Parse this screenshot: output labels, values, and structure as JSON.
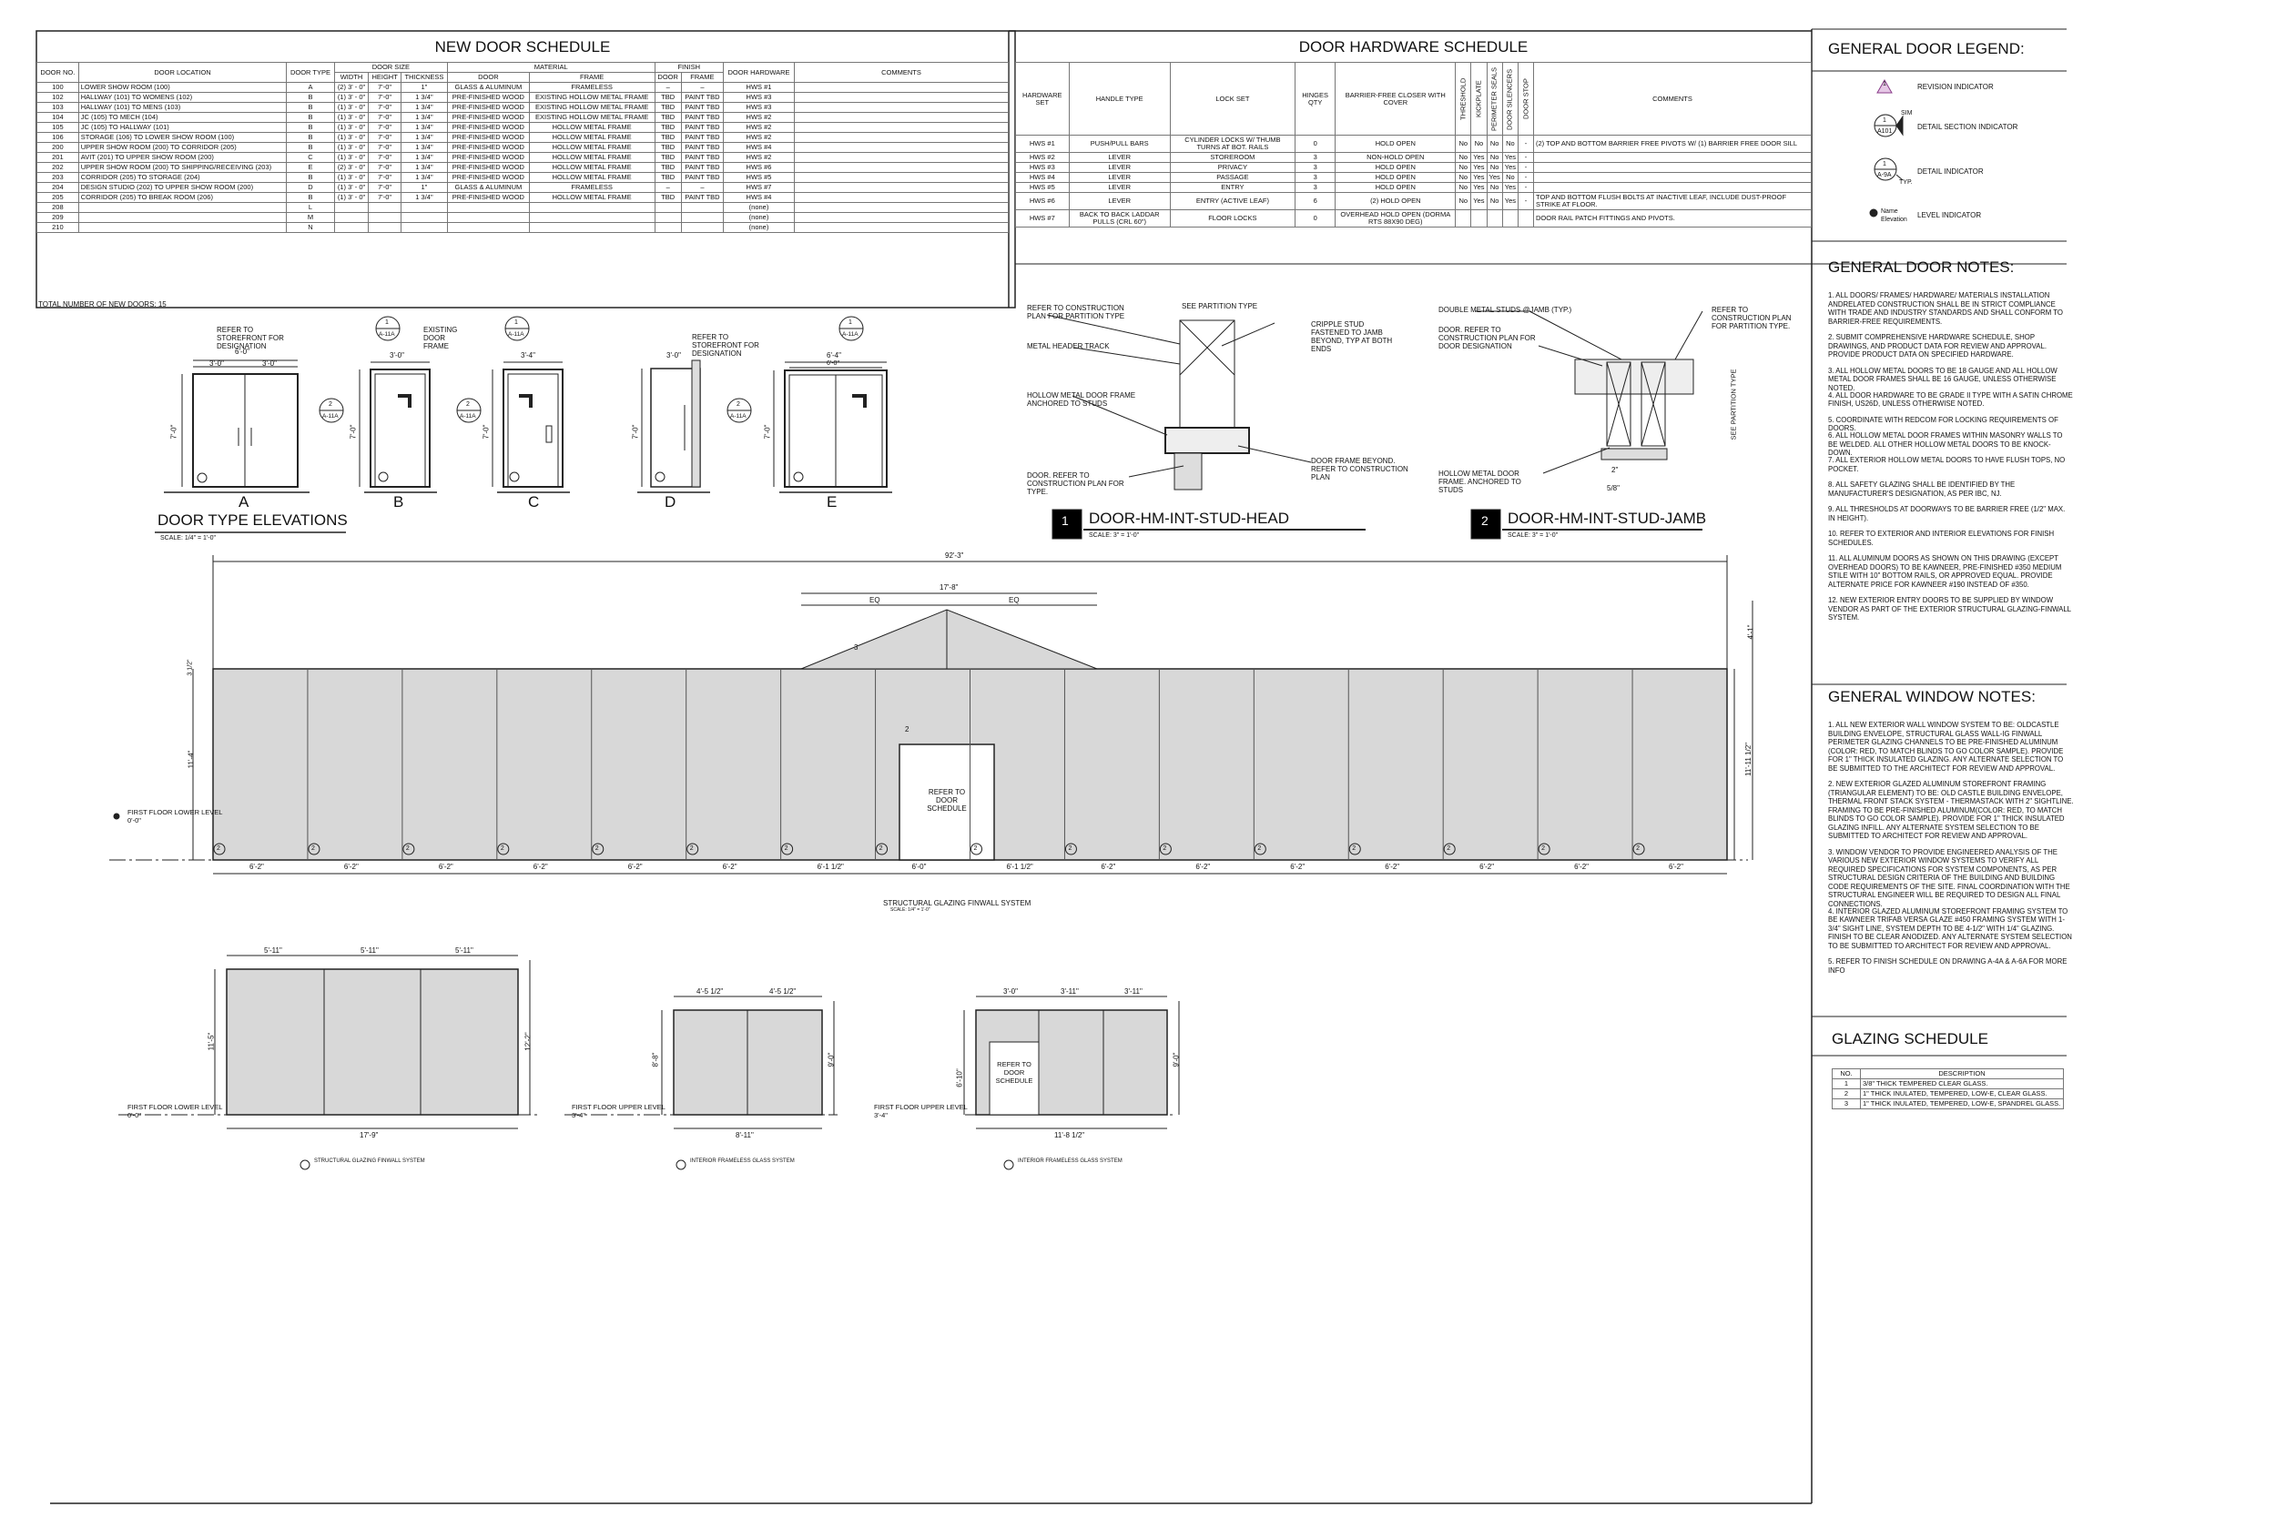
{
  "door_schedule": {
    "title": "NEW DOOR SCHEDULE",
    "headers": {
      "door_no": "DOOR NO.",
      "location": "DOOR LOCATION",
      "type": "DOOR TYPE",
      "size": "DOOR SIZE",
      "width": "WIDTH",
      "height": "HEIGHT",
      "thickness": "THICKNESS",
      "material": "MATERIAL",
      "finish": "FINISH",
      "door": "DOOR",
      "frame": "FRAME",
      "hardware": "DOOR HARDWARE",
      "comments": "COMMENTS"
    },
    "rows": [
      [
        "100",
        "LOWER SHOW ROOM (100)",
        "A",
        "(2) 3' - 0\"",
        "7'-0\"",
        "1\"",
        "GLASS & ALUMINUM",
        "FRAMELESS",
        "–",
        "–",
        "HWS #1"
      ],
      [
        "102",
        "HALLWAY (101) TO WOMENS (102)",
        "B",
        "(1) 3' - 0\"",
        "7'-0\"",
        "1 3/4\"",
        "PRE-FINISHED WOOD",
        "EXISTING HOLLOW METAL FRAME",
        "TBD",
        "PAINT TBD",
        "HWS #3"
      ],
      [
        "103",
        "HALLWAY (101) TO MENS (103)",
        "B",
        "(1) 3' - 0\"",
        "7'-0\"",
        "1 3/4\"",
        "PRE-FINISHED WOOD",
        "EXISTING HOLLOW METAL FRAME",
        "TBD",
        "PAINT TBD",
        "HWS #3"
      ],
      [
        "104",
        "JC (105) TO MECH (104)",
        "B",
        "(1) 3' - 0\"",
        "7'-0\"",
        "1 3/4\"",
        "PRE-FINISHED WOOD",
        "EXISTING HOLLOW METAL FRAME",
        "TBD",
        "PAINT TBD",
        "HWS #2"
      ],
      [
        "105",
        "JC (105) TO HALLWAY (101)",
        "B",
        "(1) 3' - 0\"",
        "7'-0\"",
        "1 3/4\"",
        "PRE-FINISHED WOOD",
        "HOLLOW METAL FRAME",
        "TBD",
        "PAINT TBD",
        "HWS #2"
      ],
      [
        "106",
        "STORAGE (106) TO LOWER SHOW ROOM (100)",
        "B",
        "(1) 3' - 0\"",
        "7'-0\"",
        "1 3/4\"",
        "PRE-FINISHED WOOD",
        "HOLLOW METAL FRAME",
        "TBD",
        "PAINT TBD",
        "HWS #2"
      ],
      [
        "200",
        "UPPER SHOW ROOM (200) TO CORRIDOR (205)",
        "B",
        "(1) 3' - 0\"",
        "7'-0\"",
        "1 3/4\"",
        "PRE-FINISHED WOOD",
        "HOLLOW METAL FRAME",
        "TBD",
        "PAINT TBD",
        "HWS #4"
      ],
      [
        "201",
        "AVIT (201) TO UPPER SHOW ROOM (200)",
        "C",
        "(1) 3' - 0\"",
        "7'-0\"",
        "1 3/4\"",
        "PRE-FINISHED WOOD",
        "HOLLOW METAL FRAME",
        "TBD",
        "PAINT TBD",
        "HWS #2"
      ],
      [
        "202",
        "UPPER SHOW ROOM (200) TO SHIPPING/RECEIVING (203)",
        "E",
        "(2) 3' - 0\"",
        "7'-0\"",
        "1 3/4\"",
        "PRE-FINISHED WOOD",
        "HOLLOW METAL FRAME",
        "TBD",
        "PAINT TBD",
        "HWS #6"
      ],
      [
        "203",
        "CORRIDOR (205) TO STORAGE (204)",
        "B",
        "(1) 3' - 0\"",
        "7'-0\"",
        "1 3/4\"",
        "PRE-FINISHED WOOD",
        "HOLLOW METAL FRAME",
        "TBD",
        "PAINT TBD",
        "HWS #5"
      ],
      [
        "204",
        "DESIGN STUDIO (202) TO UPPER SHOW ROOM (200)",
        "D",
        "(1) 3' - 0\"",
        "7'-0\"",
        "1\"",
        "GLASS & ALUMINUM",
        "FRAMELESS",
        "–",
        "–",
        "HWS #7"
      ],
      [
        "205",
        "CORRIDOR (205) TO BREAK ROOM (206)",
        "B",
        "(1) 3' - 0\"",
        "7'-0\"",
        "1 3/4\"",
        "PRE-FINISHED WOOD",
        "HOLLOW METAL FRAME",
        "TBD",
        "PAINT TBD",
        "HWS #4"
      ],
      [
        "208",
        "",
        "L",
        "",
        "",
        "",
        "",
        "",
        "",
        "",
        "(none)"
      ],
      [
        "209",
        "",
        "M",
        "",
        "",
        "",
        "",
        "",
        "",
        "",
        "(none)"
      ],
      [
        "210",
        "",
        "N",
        "",
        "",
        "",
        "",
        "",
        "",
        "",
        "(none)"
      ]
    ],
    "total": "TOTAL NUMBER OF NEW DOORS: 15"
  },
  "hardware_schedule": {
    "title": "DOOR HARDWARE SCHEDULE",
    "headers": [
      "HARDWARE SET",
      "HANDLE TYPE",
      "LOCK SET",
      "HINGES QTY",
      "BARRIER-FREE CLOSER WITH COVER",
      "THRESHOLD",
      "KICKPLATE",
      "PERIMETER SEALS",
      "DOOR SILENCERS",
      "DOOR STOP",
      "COMMENTS"
    ],
    "rows": [
      [
        "HWS #1",
        "PUSH/PULL BARS",
        "CYLINDER LOCKS W/ THUMB TURNS AT BOT. RAILS",
        "0",
        "HOLD OPEN",
        "No",
        "No",
        "No",
        "No",
        "-",
        "(2) TOP AND BOTTOM BARRIER FREE PIVOTS W/ (1) BARRIER FREE DOOR SILL"
      ],
      [
        "HWS #2",
        "LEVER",
        "STOREROOM",
        "3",
        "NON-HOLD OPEN",
        "No",
        "Yes",
        "No",
        "Yes",
        "-",
        ""
      ],
      [
        "HWS #3",
        "LEVER",
        "PRIVACY",
        "3",
        "HOLD OPEN",
        "No",
        "Yes",
        "No",
        "Yes",
        "-",
        ""
      ],
      [
        "HWS #4",
        "LEVER",
        "PASSAGE",
        "3",
        "HOLD OPEN",
        "No",
        "Yes",
        "Yes",
        "No",
        "-",
        ""
      ],
      [
        "HWS #5",
        "LEVER",
        "ENTRY",
        "3",
        "HOLD OPEN",
        "No",
        "Yes",
        "No",
        "Yes",
        "-",
        ""
      ],
      [
        "HWS #6",
        "LEVER",
        "ENTRY (ACTIVE LEAF)",
        "6",
        "(2) HOLD OPEN",
        "No",
        "Yes",
        "No",
        "Yes",
        "-",
        "TOP AND BOTTOM FLUSH BOLTS AT INACTIVE LEAF, INCLUDE DUST-PROOF STRIKE AT FLOOR."
      ],
      [
        "HWS #7",
        "BACK TO BACK LADDAR PULLS (CRL 60\")",
        "FLOOR LOCKS",
        "0",
        "OVERHEAD HOLD OPEN (DORMA RTS 88X90 DEG)",
        "",
        "",
        "",
        "",
        "",
        "DOOR RAIL PATCH FITTINGS AND PIVOTS."
      ]
    ]
  },
  "legend": {
    "title": "GENERAL DOOR LEGEND:",
    "items": [
      "REVISION INDICATOR",
      "DETAIL SECTION INDICATOR",
      "DETAIL INDICATOR",
      "LEVEL INDICATOR"
    ],
    "sim": "SIM",
    "typ": "TYP.",
    "ref1": "A101",
    "ref2": "A-9A",
    "num": "1",
    "level_name": "Name",
    "level_elev": "Elevation"
  },
  "door_notes": {
    "title": "GENERAL DOOR NOTES:",
    "items": [
      "1. ALL DOORS/ FRAMES/ HARDWARE/ MATERIALS INSTALLATION ANDRELATED CONSTRUCTION SHALL BE IN STRICT COMPLIANCE WITH TRADE AND INDUSTRY STANDARDS AND SHALL CONFORM TO BARRIER-FREE REQUIREMENTS.",
      "2. SUBMIT COMPREHENSIVE HARDWARE SCHEDULE, SHOP DRAWINGS, AND PRODUCT DATA FOR REVIEW AND APPROVAL. PROVIDE PRODUCT DATA ON SPECIFIED HARDWARE.",
      "3. ALL HOLLOW METAL DOORS TO BE 18 GAUGE AND ALL HOLLOW METAL DOOR FRAMES SHALL BE 16 GAUGE, UNLESS OTHERWISE NOTED.",
      "4. ALL DOOR HARDWARE TO BE GRADE II TYPE WITH A SATIN CHROME FINISH, US26D, UNLESS OTHERWISE NOTED.",
      "5. COORDINATE WITH REDCOM FOR LOCKING REQUIREMENTS OF DOORS.",
      "6. ALL HOLLOW METAL DOOR FRAMES WITHIN MASONRY WALLS TO BE WELDED. ALL OTHER HOLLOW METAL DOORS TO BE KNOCK-DOWN.",
      "7. ALL EXTERIOR HOLLOW METAL DOORS TO HAVE FLUSH TOPS, NO POCKET.",
      "8. ALL SAFETY GLAZING SHALL BE IDENTIFIED BY THE MANUFACTURER'S DESIGNATION, AS PER IBC, NJ.",
      "9. ALL THRESHOLDS AT DOORWAYS TO BE BARRIER FREE (1/2\" MAX. IN HEIGHT).",
      "10. REFER TO EXTERIOR AND INTERIOR ELEVATIONS FOR FINISH SCHEDULES.",
      "11. ALL ALUMINUM DOORS AS SHOWN ON THIS DRAWING (EXCEPT OVERHEAD DOORS) TO BE KAWNEER, PRE-FINISHED #350 MEDIUM STILE WITH 10\" BOTTOM RAILS, OR APPROVED EQUAL. PROVIDE ALTERNATE PRICE FOR KAWNEER #190 INSTEAD OF #350.",
      "12. NEW EXTERIOR ENTRY DOORS TO BE SUPPLIED BY WINDOW VENDOR AS PART OF THE EXTERIOR STRUCTURAL GLAZING-FINWALL SYSTEM."
    ]
  },
  "window_notes": {
    "title": "GENERAL WINDOW NOTES:",
    "items": [
      "1. ALL NEW EXTERIOR WALL WINDOW SYSTEM TO BE: OLDCASTLE BUILDING ENVELOPE, STRUCTURAL GLASS WALL-IG FINWALL PERIMETER GLAZING CHANNELS TO BE PRE-FINISHED ALUMINUM (COLOR: RED, TO MATCH BLINDS TO GO COLOR SAMPLE). PROVIDE FOR 1\" THICK INSULATED GLAZING. ANY ALTERNATE SELECTION TO BE SUBMITTED TO THE ARCHITECT FOR REVIEW AND APPROVAL.",
      "2. NEW EXTERIOR GLAZED ALUMINUM STOREFRONT FRAMING (TRIANGULAR ELEMENT) TO BE: OLD CASTLE BUILDING ENVELOPE, THERMAL FRONT STACK SYSTEM - THERMASTACK WITH 2\" SIGHTLINE. FRAMING TO BE PRE-FINISHED ALUMINUM(COLOR: RED, TO MATCH BLINDS TO GO COLOR SAMPLE). PROVIDE FOR 1\" THICK INSULATED GLAZING INFILL. ANY ALTERNATE SYSTEM SELECTION TO BE SUBMITTED TO ARCHITECT FOR REVIEW AND APPROVAL.",
      "3. WINDOW VENDOR TO PROVIDE ENGINEERED ANALYSIS OF THE VARIOUS NEW EXTERIOR WINDOW SYSTEMS TO VERIFY ALL REQUIRED SPECIFICATIONS FOR SYSTEM COMPONENTS, AS PER STRUCTURAL DESIGN CRITERIA OF THE BUILDING AND BUILDING CODE REQUIREMENTS OF THE SITE. FINAL COORDINATION WITH THE STRUCTURAL ENGINEER WILL BE REQUIRED TO DESIGN ALL FINAL CONNECTIONS.",
      "4. INTERIOR GLAZED ALUMINUM STOREFRONT FRAMING SYSTEM TO BE KAWNEER TRIFAB VERSA GLAZE #450 FRAMING SYSTEM WITH 1-3/4\" SIGHT LINE, SYSTEM DEPTH TO BE 4-1/2\" WITH 1/4\" GLAZING. FINISH TO BE CLEAR ANODIZED. ANY ALTERNATE SYSTEM SELECTION TO BE SUBMITTED TO ARCHITECT FOR REVIEW AND APPROVAL.",
      "5. REFER TO FINISH SCHEDULE ON DRAWING A-4A & A-6A FOR MORE INFO"
    ]
  },
  "glazing": {
    "title": "GLAZING SCHEDULE",
    "headers": [
      "NO.",
      "DESCRIPTION"
    ],
    "rows": [
      [
        "1",
        "3/8\" THICK TEMPERED CLEAR GLASS."
      ],
      [
        "2",
        "1\" THICK INULATED, TEMPERED, LOW-E, CLEAR GLASS."
      ],
      [
        "3",
        "1\" THICK INULATED, TEMPERED, LOW-E, SPANDREL GLASS."
      ]
    ]
  },
  "door_types": {
    "title": "DOOR TYPE ELEVATIONS",
    "scale": "SCALE: 1/4\" = 1'-0\"",
    "letters": [
      "A",
      "B",
      "C",
      "D",
      "E"
    ],
    "ref_storefront": "REFER TO STOREFRONT FOR DESIGNATION",
    "existing_frame": "EXISTING DOOR FRAME",
    "dims": {
      "a_w": "6'-0\"",
      "a_l": "3'-0\"",
      "a_r": "3'-0\"",
      "h": "7'-0\"",
      "b_w": "3'-0\"",
      "c_w": "3'-4\"",
      "d_w": "3'-0\"",
      "e_w": "6'-4\"",
      "e_in": "6'-0\""
    },
    "tags": {
      "num1": "1",
      "num2": "2",
      "sheet": "A-11A"
    }
  },
  "details": {
    "head_title": "DOOR-HM-INT-STUD-HEAD",
    "jamb_title": "DOOR-HM-INT-STUD-JAMB",
    "scale": "SCALE: 3\" = 1'-0\"",
    "head_num": "1",
    "jamb_num": "2",
    "head_labels": {
      "ref_plan": "REFER TO CONSTRUCTION PLAN FOR PARTITION TYPE",
      "header_track": "METAL HEADER TRACK",
      "hm_frame": "HOLLOW METAL DOOR FRAME ANCHORED TO STUDS",
      "door_ref": "DOOR. REFER TO CONSTRUCTION PLAN FOR TYPE.",
      "see_partition": "SEE PARTITION TYPE",
      "cripple": "CRIPPLE STUD FASTENED TO JAMB BEYOND, TYP AT BOTH ENDS",
      "frame_beyond": "DOOR FRAME BEYOND. REFER TO CONSTRUCTION PLAN"
    },
    "jamb_labels": {
      "double_studs": "DOUBLE METAL STUDS @JAMB (TYP.)",
      "door_ref": "DOOR. REFER TO CONSTRUCTION PLAN FOR DOOR DESIGNATION",
      "hm_frame": "HOLLOW METAL DOOR FRAME. ANCHORED TO STUDS",
      "ref_plan": "REFER TO CONSTRUCTION PLAN FOR PARTITION TYPE.",
      "see_partition": "SEE PARTITION TYPE",
      "dim_2": "2\"",
      "dim_58": "5/8\""
    }
  },
  "finwall": {
    "total_width": "92'-3\"",
    "tri_width": "17'-8\"",
    "eq": "EQ",
    "height": "11'-4\"",
    "height_r": "11'-11 1/2\"",
    "tri_h": "4'-1\"",
    "top_dim": "3 1/2\"",
    "level": "FIRST FLOOR LOWER LEVEL",
    "level_elev": "0'-0\"",
    "door_ref": "REFER TO DOOR SCHEDULE",
    "bays": [
      "6'-2\"",
      "6'-2\"",
      "6'-2\"",
      "6'-2\"",
      "6'-2\"",
      "6'-2\"",
      "6'-1 1/2\"",
      "6'-0\"",
      "6'-1 1/2\"",
      "6'-2\"",
      "6'-2\"",
      "6'-2\"",
      "6'-2\"",
      "6'-2\"",
      "6'-2\"",
      "6'-2\""
    ],
    "caption": "STRUCTURAL GLAZING FINWALL SYSTEM",
    "caption_scale": "SCALE: 1/4\" = 1'-0\"",
    "tag": "2",
    "tri_tag": "3"
  },
  "small_elevs": [
    {
      "widths": [
        "5'-11\"",
        "5'-11\"",
        "5'-11\""
      ],
      "total": "17'-9\"",
      "height": "11'-5\"",
      "height_r": "12'-2\"",
      "level": "FIRST FLOOR LOWER LEVEL",
      "elev": "0'-0\"",
      "caption": "STRUCTURAL GLAZING FINWALL SYSTEM"
    },
    {
      "widths": [
        "4'-5 1/2\"",
        "4'-5 1/2\""
      ],
      "total": "8'-11\"",
      "height": "8'-8\"",
      "height_r": "9'-0\"",
      "level": "FIRST FLOOR UPPER LEVEL",
      "elev": "3'-4\"",
      "caption": "INTERIOR FRAMELESS GLASS SYSTEM"
    },
    {
      "widths": [
        "3'-0\"",
        "3'-11\"",
        "3'-11\""
      ],
      "total": "11'-8 1/2\"",
      "height": "6'-10\"",
      "height_r": "9'-0\"",
      "level": "FIRST FLOOR UPPER LEVEL",
      "elev": "3'-4\"",
      "caption": "INTERIOR FRAMELESS GLASS SYSTEM",
      "door_ref": "REFER TO DOOR SCHEDULE"
    }
  ]
}
